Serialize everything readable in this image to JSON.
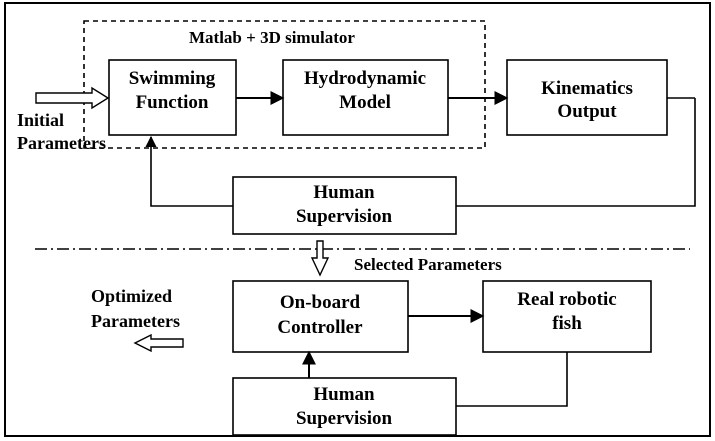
{
  "diagram": {
    "simulator_group_label": "Matlab + 3D simulator",
    "boxes": {
      "swimming_function": [
        "Swimming",
        "Function"
      ],
      "hydrodynamic_model": [
        "Hydrodynamic",
        "Model"
      ],
      "kinematics_output": [
        "Kinematics",
        "Output"
      ],
      "human_supervision_top": [
        "Human",
        "Supervision"
      ],
      "onboard_controller": [
        "On-board",
        "Controller"
      ],
      "real_robotic_fish": [
        "Real robotic",
        "fish"
      ],
      "human_supervision_bottom": [
        "Human",
        "Supervision"
      ]
    },
    "labels": {
      "initial_parameters": [
        "Initial",
        "Parameters"
      ],
      "selected_parameters": "Selected Parameters",
      "optimized_parameters": [
        "Optimized",
        "Parameters"
      ]
    }
  }
}
